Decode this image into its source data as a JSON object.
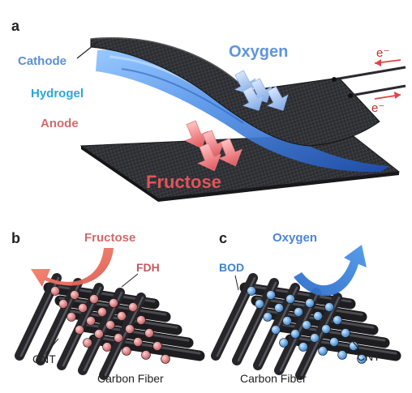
{
  "panels": {
    "a": {
      "letter": "a",
      "labels": {
        "cathode": "Cathode",
        "hydrogel": "Hydrogel",
        "anode": "Anode",
        "oxygen": "Oxygen",
        "fructose": "Fructose",
        "electron_top": "e⁻",
        "electron_bottom": "e⁻"
      }
    },
    "b": {
      "letter": "b",
      "labels": {
        "fructose": "Fructose",
        "enzyme": "FDH",
        "cnt": "CNT",
        "fiber": "Carbon Fiber"
      }
    },
    "c": {
      "letter": "c",
      "labels": {
        "oxygen": "Oxygen",
        "enzyme": "BOD",
        "cnt": "CNT",
        "fiber": "Carbon Fiber"
      }
    }
  },
  "colors": {
    "cathode_label": "#5b8fd6",
    "hydrogel_label": "#2aa7d8",
    "anode_label": "#d26a6a",
    "oxygen": "#5f94de",
    "fructose": "#e0555b",
    "fdh_dot": "#d77a7a",
    "bod_dot": "#5aa6de",
    "electrode": "#2a2a2e",
    "hydrogel_fill": "#4f8fe6"
  }
}
